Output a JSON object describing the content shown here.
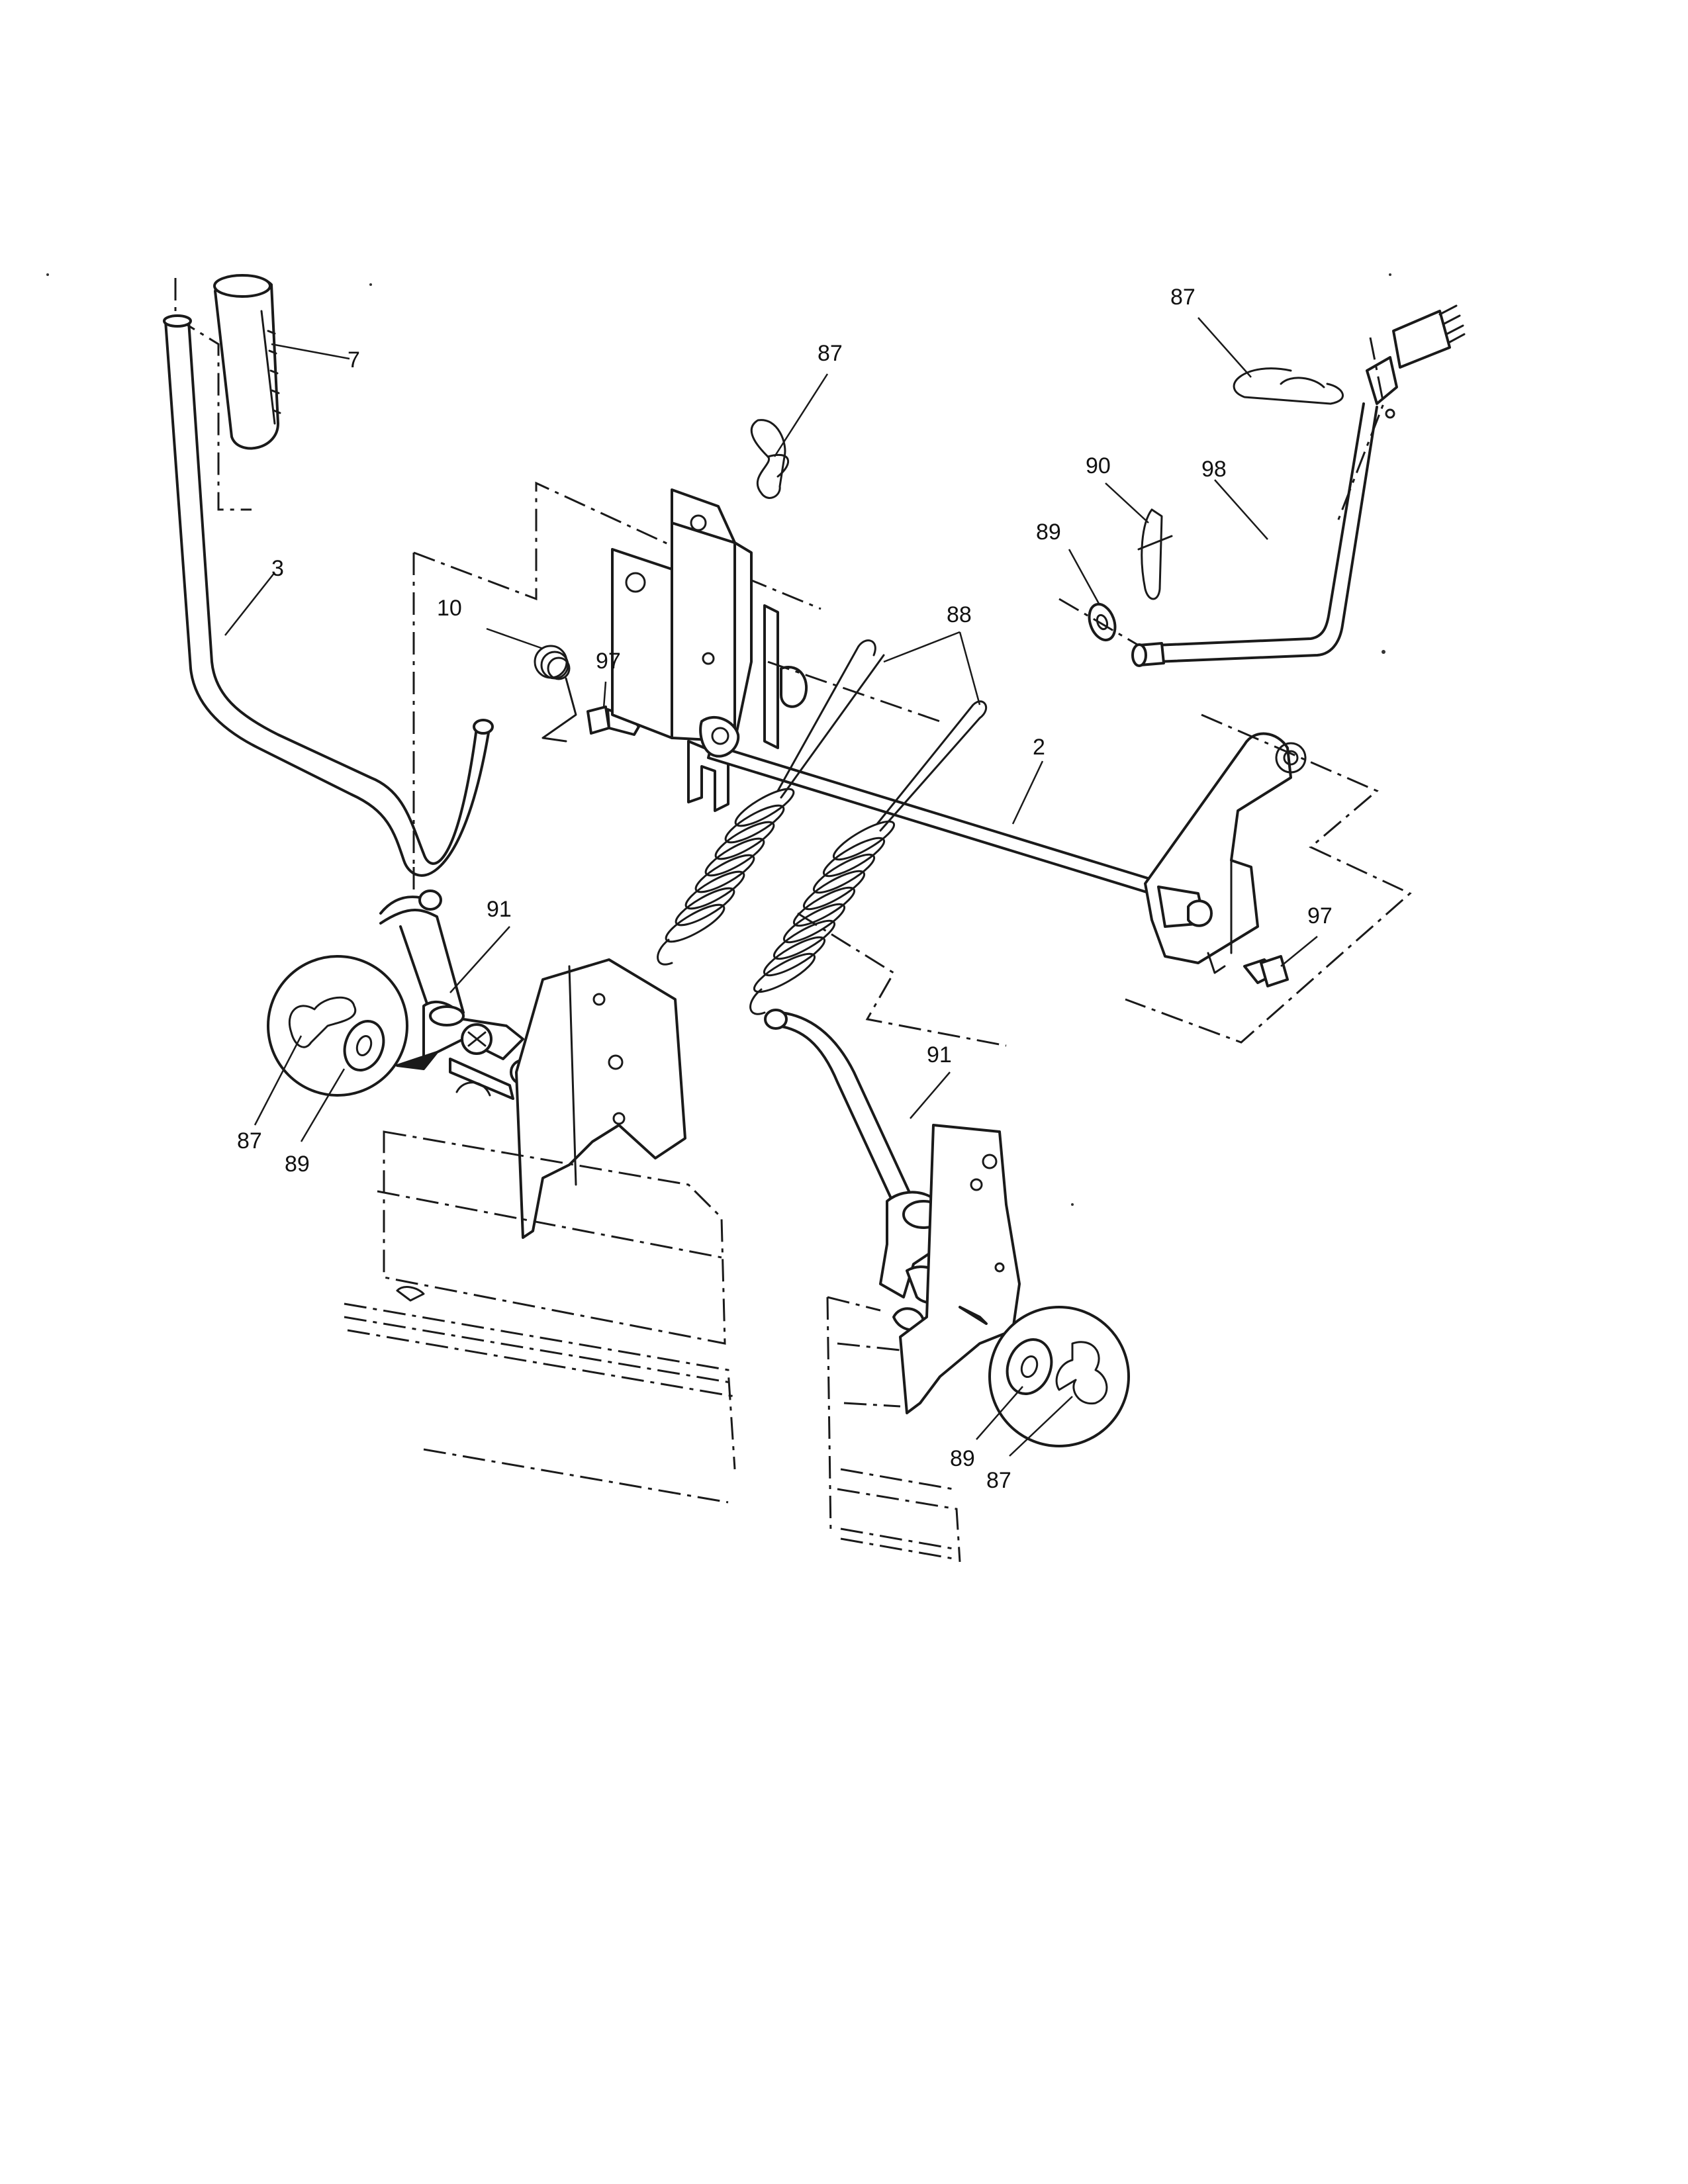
{
  "callouts": {
    "c7": "7",
    "c3": "3",
    "c10": "10",
    "c97a": "97",
    "c87a": "87",
    "c87b": "87",
    "c90": "90",
    "c89a": "89",
    "c98": "98",
    "c88": "88",
    "c2": "2",
    "c97b": "97",
    "c91a": "91",
    "c91b": "91",
    "c87c": "87",
    "c89b": "89",
    "c89c": "89",
    "c87d": "87"
  }
}
